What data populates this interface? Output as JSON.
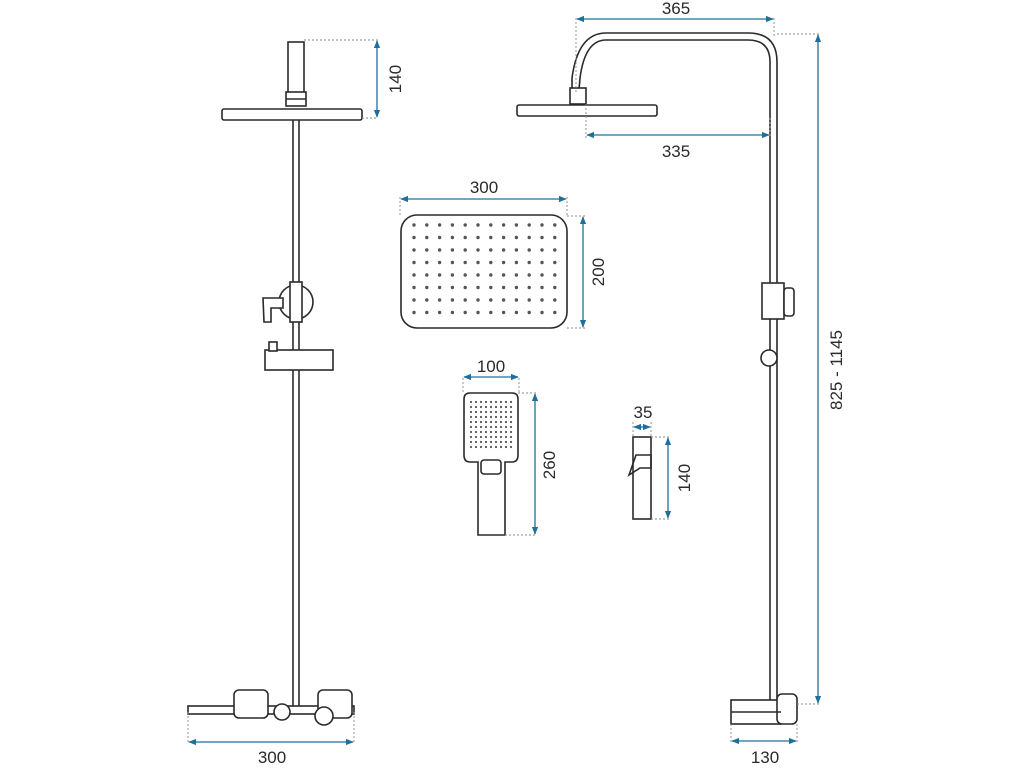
{
  "accent_color": "#1f6f9a",
  "line_color": "#2a2a2a",
  "dimensions": {
    "front_head_neck_height": "140",
    "front_base_width": "300",
    "top_arm_length": "365",
    "head_offset": "335",
    "overall_height": "825 - 1145",
    "side_base_depth": "130",
    "rain_head_width": "300",
    "rain_head_height": "200",
    "hand_shower_width": "100",
    "hand_shower_length": "260",
    "holder_width": "35",
    "holder_height": "140"
  }
}
